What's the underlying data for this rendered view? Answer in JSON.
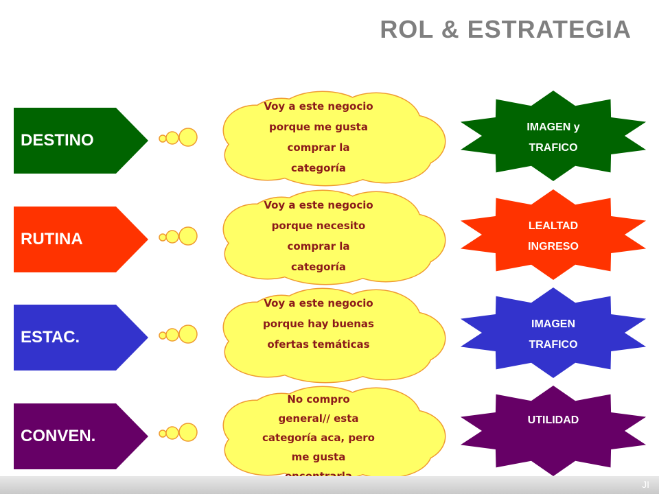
{
  "title": "ROL & ESTRATEGIA",
  "footer": {
    "label": "JI"
  },
  "rows": [
    {
      "role": "DESTINO",
      "role_color": "#006400",
      "cloud_text": [
        "Voy a este negocio",
        "porque me gusta",
        "comprar la",
        "categoría"
      ],
      "strategy": [
        "IMAGEN y",
        "TRAFICO"
      ],
      "strategy_color": "#006400"
    },
    {
      "role": "RUTINA",
      "role_color": "#ff3300",
      "cloud_text": [
        "Voy a este negocio",
        "porque necesito",
        "comprar la",
        "categoría"
      ],
      "strategy": [
        "LEALTAD",
        "INGRESO"
      ],
      "strategy_color": "#ff3300"
    },
    {
      "role": "ESTAC.",
      "role_color": "#3333cc",
      "cloud_text": [
        "Voy a este negocio",
        "porque hay buenas",
        "ofertas temáticas"
      ],
      "strategy": [
        "IMAGEN",
        "TRAFICO"
      ],
      "strategy_color": "#3333cc"
    },
    {
      "role": "CONVEN.",
      "role_color": "#660066",
      "cloud_text": [
        "No compro",
        "general// esta",
        "categoría aca, pero",
        "me gusta",
        "encontrarla"
      ],
      "strategy": [
        "UTILIDAD"
      ],
      "strategy_color": "#660066"
    }
  ]
}
